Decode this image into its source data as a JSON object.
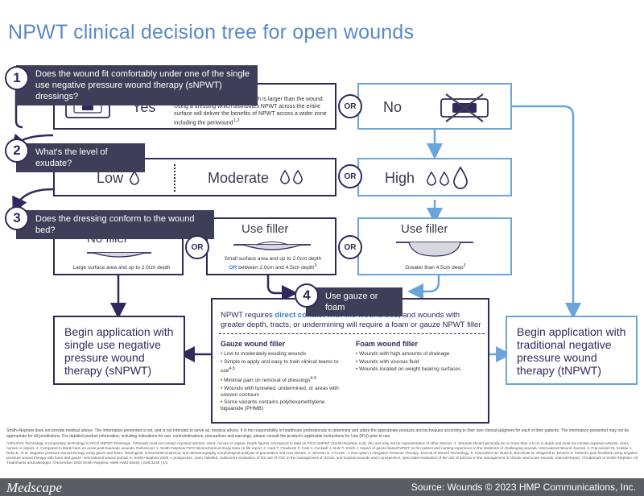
{
  "title": "NPWT clinical decision tree for open wounds",
  "steps": {
    "s1": {
      "number": "1",
      "question": "Does the wound fit comfortably under one of the single use negative pressure wound therapy (sNPWT) dressings?"
    },
    "s2": {
      "number": "2",
      "question": "What's the level of exudate?"
    },
    "s3": {
      "number": "3",
      "question": "Does the dressing conform to the wound bed?"
    },
    "s4": {
      "number": "4",
      "question": "Use gauze or foam"
    }
  },
  "row1": {
    "yes_label": "Yes",
    "yes_text": "Choose an sNPWT dressing which is larger than the wound. Using a dressing which distributes NPWT across the entire surface will deliver the benefits of NPWT across a wider zone including the periwound",
    "yes_text_sup": "1,2",
    "no_label": "No",
    "or_label": "OR"
  },
  "row2": {
    "low_label": "Low",
    "moderate_label": "Moderate",
    "high_label": "High",
    "or_label": "OR"
  },
  "row3": {
    "nofiller_label": "No filler",
    "nofiller_text": "Large surface area and up to 2.0cm depth",
    "filler_mid_label": "Use filler",
    "filler_mid_text1": "Small surface area and up to 2.0cm depth",
    "filler_mid_or": "OR",
    "filler_mid_text2": "between 2.0cm and 4.5cm depth",
    "filler_mid_sup": "3",
    "filler_right_label": "Use filler",
    "filler_right_text": "Greater than 4.5cm deep",
    "filler_right_sup": "3",
    "or_label": "OR"
  },
  "row4": {
    "intro_plain1": "NPWT requires ",
    "intro_highlight": "direct contact with the wound bed",
    "intro_plain2": ", and wounds with greater depth, tracts, or undermining will require a foam or gauze NPWT filler",
    "gauze_title": "Gauze wound filler",
    "gauze_items": [
      "Low to moderately exuding wounds",
      "Simple to apply and easy to train clinical teams to use",
      "Minimal pain on removal of dressings",
      "Wounds with tunneled, undermined, or areas with uneven contours",
      "Some variants contains polyhexamethylene biguanide (PHMB)"
    ],
    "gauze_sups": [
      "",
      "4,5",
      "4-6",
      "",
      ""
    ],
    "foam_title": "Foam wound filler",
    "foam_items": [
      "Wounds with high amounts of drainage",
      "Wounds with viscous fluid",
      "Wounds located on weight bearing surfaces"
    ]
  },
  "begin_left": "Begin application with single use negative pressure wound therapy (sNPWT)",
  "begin_right": "Begin application with traditional negative pressure wound therapy (tNPWT)",
  "footer": {
    "disclaimer": "Smith+Nephew does not provide medical advice. The information presented is not, and is not intended to serve as, medical advice. It is the responsibility of healthcare professionals to determine and utilize the appropriate products and techniques according to their own clinical judgment for each of their patients. The information presented may not be appropriate for all jurisdictions. For detailed product information, including indications for use, contraindications, precautions and warnings, please consult the product's applicable Instructions for Use (IFU) prior to use.",
    "references": "*AIRLOCK Technology is proprietary technology to PICO sNPWT Dressings. †Wounds must not contain exposed arteries, veins, nerves or organs. Depth figures correspond to data on PICO sNPWT (Smith+Nephew, Hull, UK) and may not be representative of other devices. 1. Wounds should generally be no more than 4.5 cm in depth and must not contain exposed arteries, veins, nerves or organs. 2. Compared to blank foam on acute post traumatic wounds. References 1. Smith+Nephew PICO Biomechanical Study Data on file report. 2. Hurd T, Chadwick P, Cote J, Cockwill J, Mole T, Smith J. Impact of gauze-based NPWT on the patient and nursing experience in the treatment of challenging wounds. International Wound Journal. 3. Fraccalvieri M, Scalise A, Ruka E, et al. Negative pressure wound therapy using gauze and foam: histological, immunohistochemical, and ultrasonography morphological analysis of granulation and scar tissues. 4. Johnson S. VT1248 - A new option in Negative Pressure Therapy. Journal of Wound Technology. 5. Fraccalvieri M, Ruka E, Bocchiotti M, Zingarelli E, Bruschi S. Patient's pain feedback using negative pressure wound therapy with foam and gauze. International wound journal. 6. Smith+Nephew 2009. A prospective, open, labelled, multicentre evaluation of the use of VSC in the management of chronic and surgical wounds and A prospective, open label evaluation of the use of EZCare in the management of chronic and acute wounds. Internal Report. ◊Trademark of Smith+Nephew. All Trademarks acknowledged. ©November 2020 Smith+Nephew. AWM-AWD-28194 | GMC1246 | 1/1"
  },
  "bottom_bar": {
    "logo": "Medscape",
    "source": "Source: Wounds © 2023 HMP Communications, Inc."
  },
  "colors": {
    "dark_navy": "#2f2a5c",
    "bar_gray": "#3e3e58",
    "light_blue": "#6aa4da",
    "title_blue": "#5a8ac6",
    "highlight_blue": "#2f7fd1",
    "bottom_bar": "#5a5d63"
  }
}
